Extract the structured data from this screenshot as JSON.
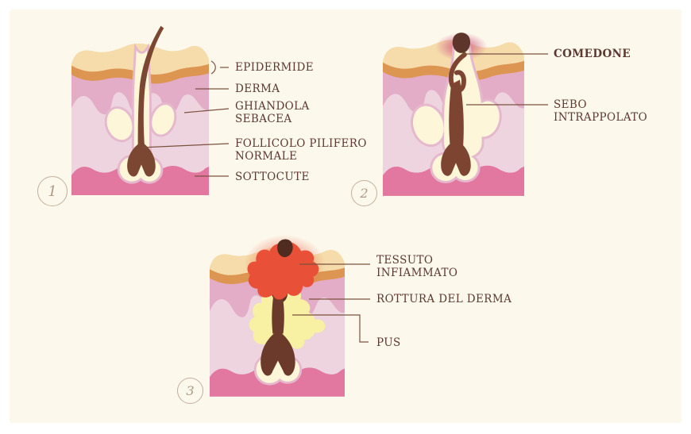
{
  "figures": {
    "stage1": {
      "number": "1",
      "labels": {
        "epidermide": "EPIDERMIDE",
        "derma": "DERMA",
        "ghiandola": "GHIANDOLA\nSEBACEA",
        "follicolo": "FOLLICOLO PILIFERO\nNORMALE",
        "sottocute": "SOTTOCUTE"
      }
    },
    "stage2": {
      "number": "2",
      "labels": {
        "comedone": "COMEDONE",
        "sebo": "SEBO\nINTRAPPOLATO"
      }
    },
    "stage3": {
      "number": "3",
      "labels": {
        "tessuto": "TESSUTO\nINFIAMMATO",
        "rottura": "ROTTURA DEL DERMA",
        "pus": "PUS"
      }
    }
  },
  "palette": {
    "panel": "#fcf8ec",
    "label_text": "#5b392f",
    "leader_line": "#7b5140",
    "epidermis_cream": "#f5dcaa",
    "epidermis_orange": "#dd9552",
    "dermis_dark_pink": "#e3adc7",
    "dermis_light_pink": "#eed4df",
    "subcutis_pink": "#e2779f",
    "follicle_cream": "#fdf6d9",
    "follicle_outline": "#e6b8cd",
    "hair_brown": "#7b4733",
    "comedone_brown": "#5e352a",
    "inflamed_red": "#e85038",
    "pus_yellow": "#f8f0a2",
    "badge": "#ad9a84"
  }
}
